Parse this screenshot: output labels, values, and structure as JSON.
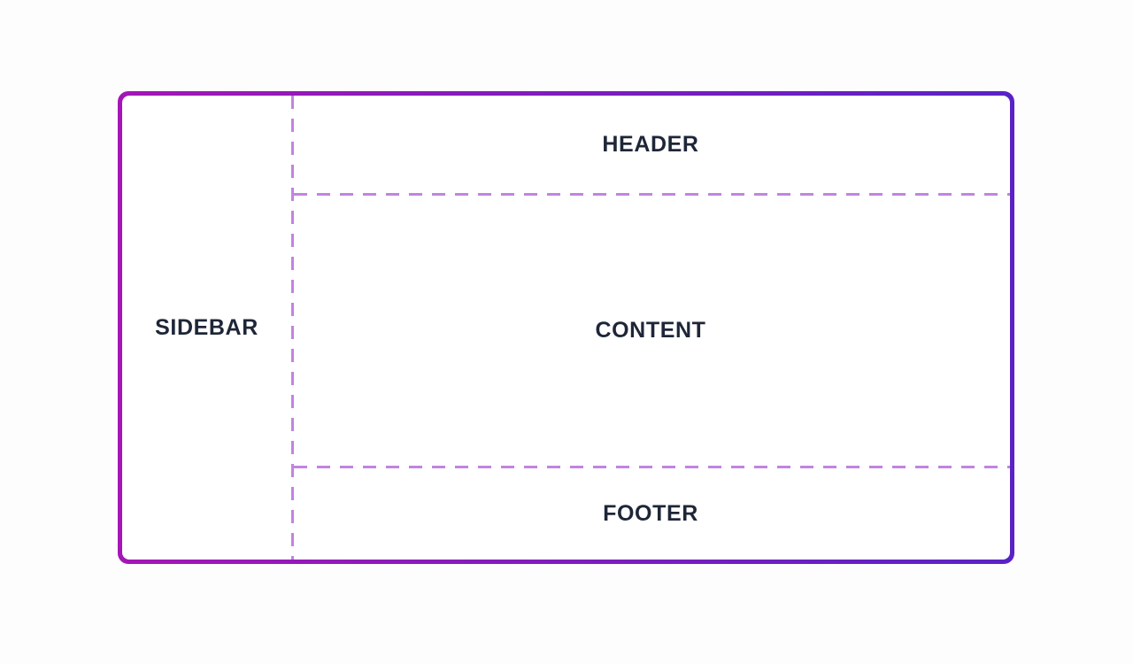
{
  "layout_diagram": {
    "regions": {
      "sidebar": {
        "label": "SIDEBAR"
      },
      "header": {
        "label": "HEADER"
      },
      "content": {
        "label": "CONTENT"
      },
      "footer": {
        "label": "FOOTER"
      }
    },
    "colors": {
      "border_gradient_start": "#A416B6",
      "border_gradient_end": "#5A22C6",
      "dashed_line": "#C184E0",
      "label_text": "#1E2638",
      "page_background": "#FDFDFD"
    }
  }
}
